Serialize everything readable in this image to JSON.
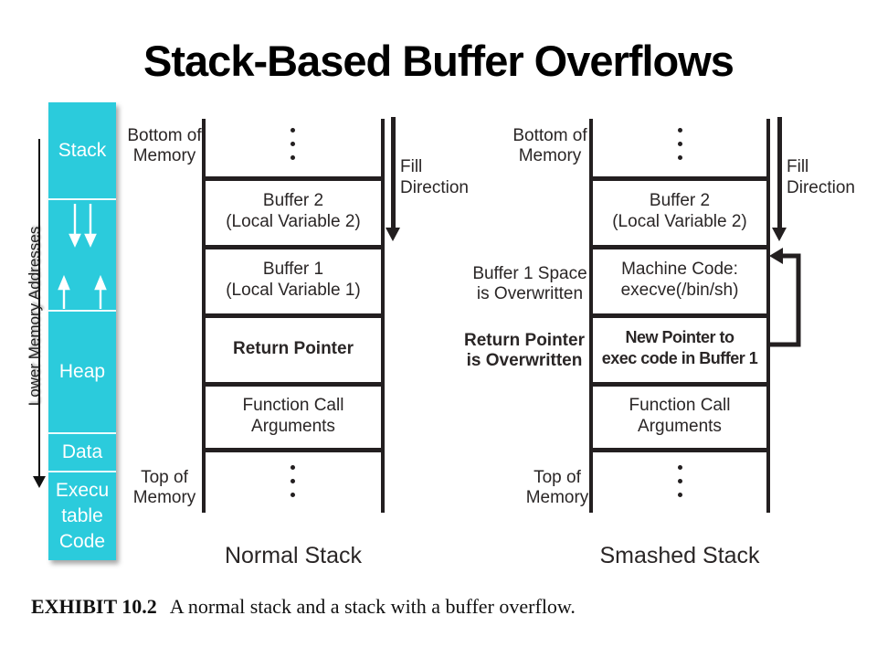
{
  "slide": {
    "title": "Stack-Based Buffer Overflows"
  },
  "sidebar": {
    "axis_label": "Lower Memory Addresses",
    "stack_label": "Stack",
    "heap_label": "Heap",
    "data_label": "Data",
    "executable_label": "Executable Code",
    "executable_label_lines": [
      "Execu",
      "table",
      "Code"
    ]
  },
  "diagrams": {
    "fill_direction_lines": [
      "Fill",
      "Direction"
    ],
    "normal": {
      "caption": "Normal Stack",
      "bottom_of_memory_lines": [
        "Bottom of",
        "Memory"
      ],
      "top_of_memory_lines": [
        "Top of",
        "Memory"
      ],
      "cells": [
        {
          "lines": [
            "Buffer 2",
            "(Local Variable 2)"
          ]
        },
        {
          "lines": [
            "Buffer 1",
            "(Local Variable 1)"
          ]
        },
        {
          "lines": [
            "Return Pointer"
          ]
        },
        {
          "lines": [
            "Function Call",
            "Arguments"
          ]
        }
      ]
    },
    "smashed": {
      "caption": "Smashed Stack",
      "bottom_of_memory_lines": [
        "Bottom of",
        "Memory"
      ],
      "top_of_memory_lines": [
        "Top of",
        "Memory"
      ],
      "side_labels": [
        {
          "lines": [
            "Buffer 1 Space",
            "is Overwritten"
          ]
        },
        {
          "lines": [
            "Return Pointer",
            "is Overwritten"
          ]
        }
      ],
      "cells": [
        {
          "lines": [
            "Buffer 2",
            "(Local Variable 2)"
          ]
        },
        {
          "lines": [
            "Machine Code:",
            "execve(/bin/sh)"
          ]
        },
        {
          "lines": [
            "New Pointer to",
            "exec code in Buffer 1"
          ]
        },
        {
          "lines": [
            "Function Call",
            "Arguments"
          ]
        }
      ]
    }
  },
  "exhibit": {
    "label": "EXHIBIT 10.2",
    "caption": "A normal stack and a stack with a buffer overflow."
  },
  "colors": {
    "sidebar_cyan": "#2BCBDC",
    "diagram_line": "#231F20",
    "diagram_text": "#2A2626"
  }
}
